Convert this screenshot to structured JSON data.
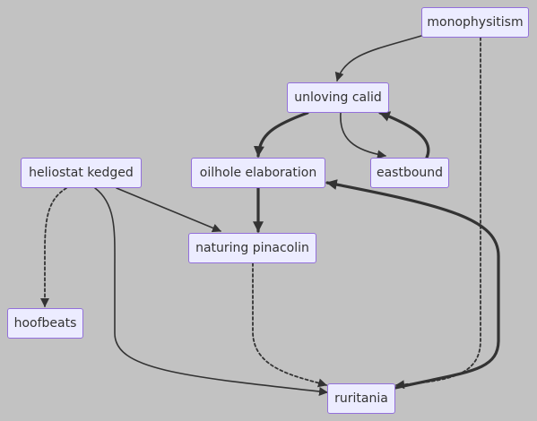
{
  "diagram": {
    "nodes": [
      {
        "id": "monophysitism",
        "label": "monophysitism"
      },
      {
        "id": "unloving_calid",
        "label": "unloving calid"
      },
      {
        "id": "heliostat_kedged",
        "label": "heliostat kedged"
      },
      {
        "id": "oilhole_elaboration",
        "label": "oilhole elaboration"
      },
      {
        "id": "eastbound",
        "label": "eastbound"
      },
      {
        "id": "naturing_pinacolin",
        "label": "naturing pinacolin"
      },
      {
        "id": "hoofbeats",
        "label": "hoofbeats"
      },
      {
        "id": "ruritania",
        "label": "ruritania"
      }
    ],
    "edges": [
      {
        "from": "monophysitism",
        "to": "unloving_calid",
        "style": "normal"
      },
      {
        "from": "monophysitism",
        "to": "ruritania",
        "style": "dotted"
      },
      {
        "from": "unloving_calid",
        "to": "oilhole_elaboration",
        "style": "thick"
      },
      {
        "from": "unloving_calid",
        "to": "eastbound",
        "style": "normal"
      },
      {
        "from": "eastbound",
        "to": "unloving_calid",
        "style": "thick"
      },
      {
        "from": "oilhole_elaboration",
        "to": "naturing_pinacolin",
        "style": "thick"
      },
      {
        "from": "heliostat_kedged",
        "to": "naturing_pinacolin",
        "style": "normal"
      },
      {
        "from": "heliostat_kedged",
        "to": "hoofbeats",
        "style": "dotted"
      },
      {
        "from": "heliostat_kedged",
        "to": "ruritania",
        "style": "normal"
      },
      {
        "from": "naturing_pinacolin",
        "to": "ruritania",
        "style": "dotted"
      },
      {
        "from": "ruritania",
        "to": "oilhole_elaboration",
        "style": "thick"
      }
    ]
  }
}
